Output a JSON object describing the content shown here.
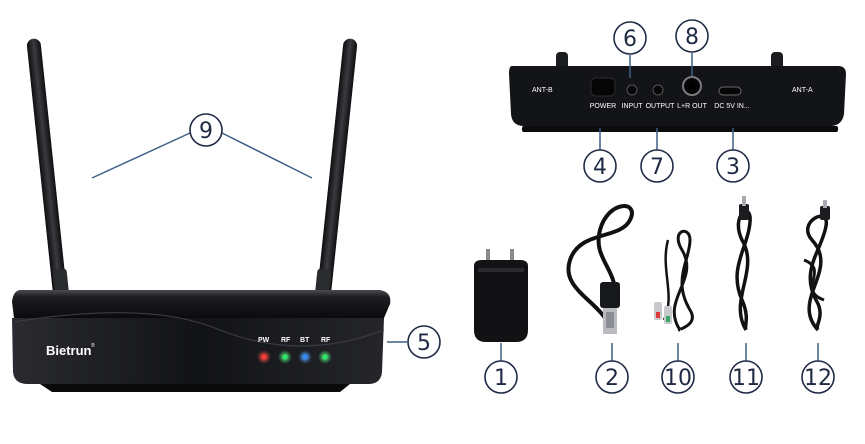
{
  "brand": {
    "name": "Bietrun",
    "reg": "®"
  },
  "leds": [
    {
      "label": "PW",
      "color": "#ff3b2f"
    },
    {
      "label": "RF",
      "color": "#2ee86a"
    },
    {
      "label": "BT",
      "color": "#2f8bff"
    },
    {
      "label": "RF",
      "color": "#2ee86a"
    }
  ],
  "back_panel": {
    "ant_b": "ANT-B",
    "ant_a": "ANT-A",
    "power": "POWER",
    "input": "INPUT",
    "output": "OUTPUT",
    "lr_out": "L+R OUT",
    "dc_in": "DC 5V IN..."
  },
  "callouts": {
    "c1": "1",
    "c2": "2",
    "c3": "3",
    "c4": "4",
    "c5": "5",
    "c6": "6",
    "c7": "7",
    "c8": "8",
    "c9": "9",
    "c10": "10",
    "c11": "11",
    "c12": "12"
  },
  "colors": {
    "callout_line": "#3e5f86",
    "device_body": "#16171b"
  }
}
